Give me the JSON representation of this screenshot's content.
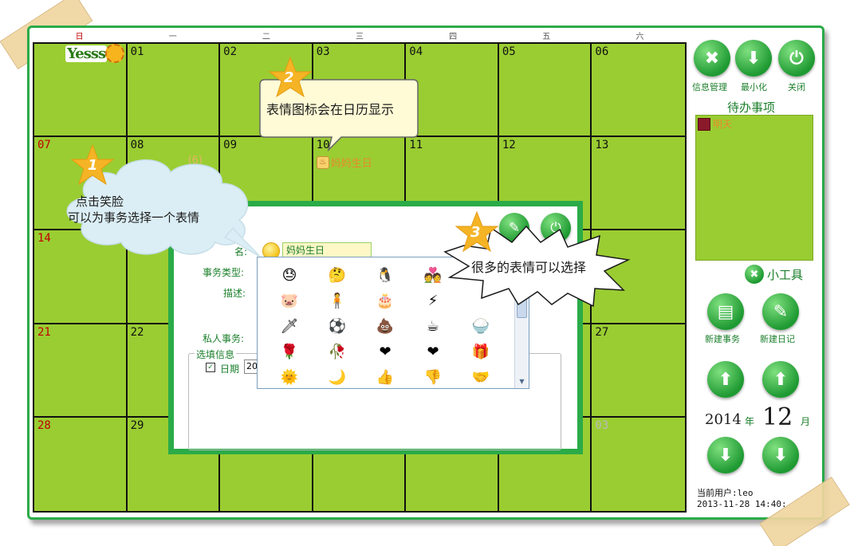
{
  "calendar": {
    "weekdays": [
      "日",
      "一",
      "二",
      "三",
      "四",
      "五",
      "六"
    ],
    "days": [
      {
        "num": "",
        "sun": true
      },
      {
        "num": "01"
      },
      {
        "num": "02"
      },
      {
        "num": "03"
      },
      {
        "num": "04"
      },
      {
        "num": "05"
      },
      {
        "num": "06"
      },
      {
        "num": "07",
        "sun": true
      },
      {
        "num": "08"
      },
      {
        "num": "09"
      },
      {
        "num": "10",
        "event": "妈妈生日"
      },
      {
        "num": "11"
      },
      {
        "num": "12"
      },
      {
        "num": "13"
      },
      {
        "num": "14",
        "sun": true
      },
      {
        "num": ""
      },
      {
        "num": ""
      },
      {
        "num": ""
      },
      {
        "num": ""
      },
      {
        "num": ""
      },
      {
        "num": ""
      },
      {
        "num": "21",
        "sun": true
      },
      {
        "num": "22"
      },
      {
        "num": ""
      },
      {
        "num": ""
      },
      {
        "num": ""
      },
      {
        "num": ""
      },
      {
        "num": "27"
      },
      {
        "num": "28",
        "sun": true
      },
      {
        "num": "29"
      },
      {
        "num": ""
      },
      {
        "num": ""
      },
      {
        "num": ""
      },
      {
        "num": ""
      },
      {
        "num": "03",
        "other": true
      }
    ],
    "logo_text": "Yesss",
    "faint_marker": "(6)"
  },
  "sidebar": {
    "buttons": {
      "info_manage": "信息管理",
      "minimize": "最小化",
      "close": "关闭",
      "new_task": "新建事务",
      "new_diary": "新建日记"
    },
    "todo_title": "待办事项",
    "todo_item": "明天",
    "tools_label": "小工具",
    "year": "2014",
    "year_unit": "年",
    "month": "12",
    "month_unit": "月",
    "current_user": "当前用户:leo",
    "datetime": "2013-11-28 14:40:"
  },
  "dialog": {
    "name_label": "名:",
    "name_value": "妈妈生日",
    "type_label": "事务类型:",
    "desc_label": "描述:",
    "private_label": "私人事务:",
    "optional_legend": "选填信息",
    "date_label": "日期",
    "date_value": "20"
  },
  "picker": {
    "emojis": [
      "😓",
      "🤔",
      "🐧",
      "💑",
      "",
      "🐷",
      "🧍",
      "🎂",
      "⚡",
      "",
      "🗡",
      "⚽",
      "💩",
      "☕",
      "🍚",
      "🌹",
      "🥀",
      "❤",
      "❤",
      "🎁",
      "🌞",
      "🌙",
      "👍",
      "👎",
      "🤝"
    ]
  },
  "callouts": {
    "rect_text": "表情图标会在日历显示",
    "cloud_line1": "点击笑脸",
    "cloud_line2": "可以为事务选择一个表情",
    "burst_text": "很多的表情可以选择",
    "star1": "1",
    "star2": "2",
    "star3": "3"
  }
}
